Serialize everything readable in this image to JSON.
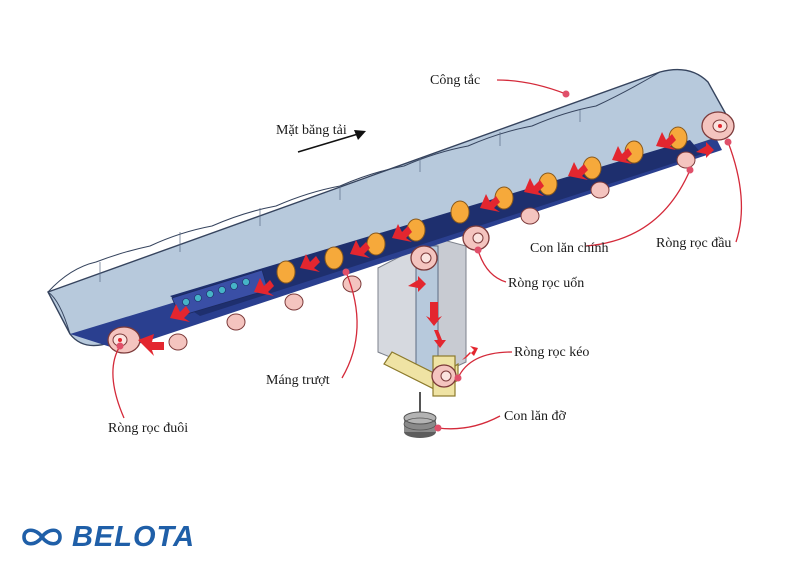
{
  "diagram": {
    "labels": {
      "cong_tac": "Công tắc",
      "mat_bang_tai": "Mặt băng tải",
      "con_lan_chinh": "Con lăn chính",
      "rong_roc_dau": "Ròng rọc đầu",
      "rong_roc_uon": "Ròng rọc uốn",
      "rong_roc_keo": "Ròng rọc kéo",
      "mang_truot": "Máng trượt",
      "con_lan_do": "Con lăn đỡ",
      "rong_roc_duoi": "Ròng rọc đuôi"
    },
    "colors": {
      "belt": "#b7c9dc",
      "belt_dark": "#2a3f8f",
      "roller": "#f6a93b",
      "pulley": "#f4c4bf",
      "leader": "#d42a3a",
      "arrow": "#e3262f",
      "take_up_frame": "#efe3a4"
    },
    "icons": [
      "infinity-logo-icon",
      "direction-arrow-icon"
    ]
  },
  "brand": {
    "name": "BELOTA",
    "color": "#1f5fa8"
  }
}
